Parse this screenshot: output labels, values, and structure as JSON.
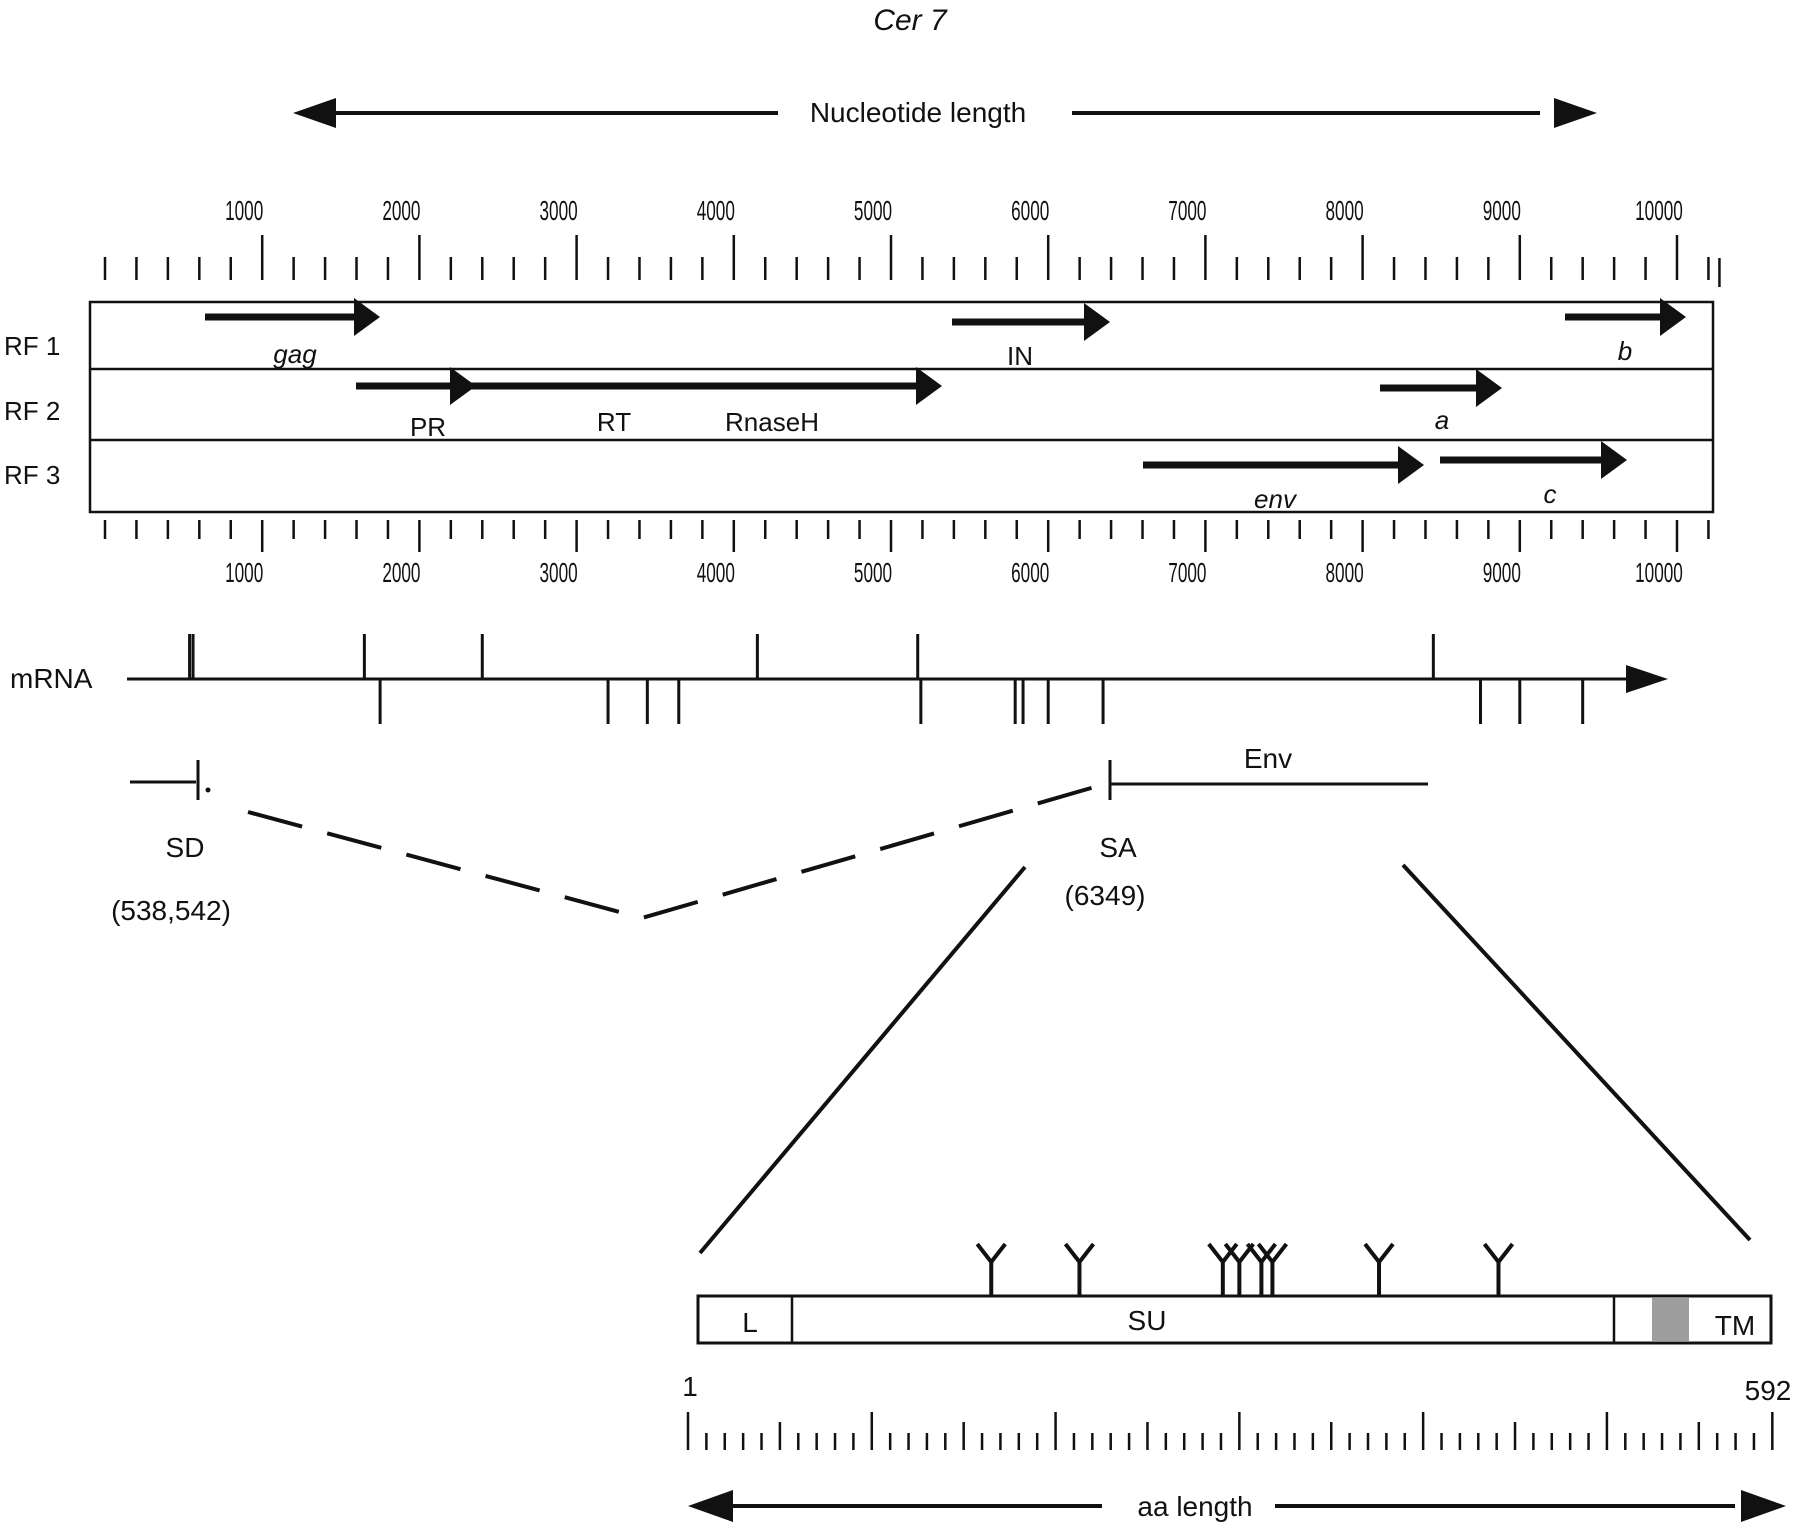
{
  "title": "Cer 7",
  "nt_axis": {
    "label": "Nucleotide length",
    "ticks": [
      "1000",
      "2000",
      "3000",
      "4000",
      "5000",
      "6000",
      "7000",
      "8000",
      "9000",
      "10000"
    ]
  },
  "reading_frames": [
    {
      "label": "RF 1",
      "genes": [
        {
          "name": "gag",
          "start": 700,
          "end": 1800,
          "italic": true
        },
        {
          "name": "IN",
          "start": 5450,
          "end": 6450,
          "italic": false
        },
        {
          "name": "b",
          "start": 9400,
          "end": 10250,
          "italic": true
        }
      ]
    },
    {
      "label": "RF 2",
      "genes": [
        {
          "name": "PR",
          "start": 1650,
          "end": 2400,
          "italic": false
        },
        {
          "name": "RT",
          "start": 2400,
          "end": 5400,
          "italic": false
        },
        {
          "name": "RnaseH",
          "start": 2400,
          "end": 5400,
          "italic": false
        },
        {
          "name": "a",
          "start": 8200,
          "end": 8950,
          "italic": true
        }
      ]
    },
    {
      "label": "RF 3",
      "genes": [
        {
          "name": "env",
          "start": 6700,
          "end": 8450,
          "italic": true
        },
        {
          "name": "c",
          "start": 8600,
          "end": 9800,
          "italic": true
        }
      ]
    }
  ],
  "mrna": {
    "label": "mRNA",
    "ticks_above": [
      538,
      560,
      1650,
      2400,
      4150,
      5170,
      8450
    ],
    "ticks_below": [
      1750,
      3200,
      3450,
      3650,
      5190,
      5790,
      5840,
      6000,
      6349,
      8750,
      9000,
      9400
    ]
  },
  "splice": {
    "sd_label": "SD",
    "sd_pos": "(538,542)",
    "sa_label": "SA",
    "sa_pos": "(6349)",
    "env_label": "Env"
  },
  "protein": {
    "domains": [
      {
        "name": "L",
        "start": 1,
        "end": 52
      },
      {
        "name": "SU",
        "start": 52,
        "end": 505
      },
      {
        "name": "TM",
        "start": 505,
        "end": 592
      }
    ],
    "glycosylation_sites": [
      165,
      213,
      291,
      300,
      312,
      318,
      376,
      441
    ],
    "start_label": "1",
    "end_label": "592",
    "axis_label": "aa length"
  },
  "colors": {
    "line": "#111111",
    "transmembrane": "#9e9e9e"
  }
}
